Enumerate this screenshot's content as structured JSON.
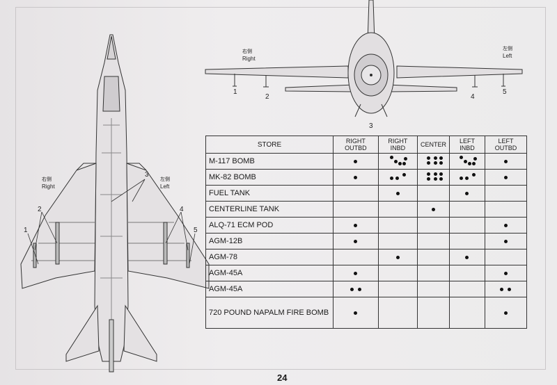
{
  "page": {
    "number": "24"
  },
  "front_view": {
    "right_label_cn": "右侧",
    "right_label": "Right",
    "left_label_cn": "左侧",
    "left_label": "Left",
    "stations": [
      "1",
      "2",
      "3",
      "4",
      "5"
    ]
  },
  "top_view": {
    "right_label_cn": "右侧",
    "right_label": "Right",
    "left_label_cn": "左侧",
    "left_label": "Left",
    "stations": [
      "1",
      "2",
      "3",
      "4",
      "5"
    ]
  },
  "table": {
    "headers": [
      "STORE",
      "RIGHT OUTBD",
      "RIGHT INBD",
      "CENTER",
      "LEFT INBD",
      "LEFT OUTBD"
    ],
    "rows": [
      {
        "store": "M-117 BOMB",
        "load": [
          1,
          5,
          6,
          5,
          1
        ]
      },
      {
        "store": "MK-82 BOMB",
        "load": [
          1,
          3,
          6,
          3,
          1
        ]
      },
      {
        "store": "FUEL TANK",
        "load": [
          0,
          1,
          0,
          1,
          0
        ]
      },
      {
        "store": "CENTERLINE TANK",
        "load": [
          0,
          0,
          1,
          0,
          0
        ]
      },
      {
        "store": "ALQ-71 ECM POD",
        "load": [
          1,
          0,
          0,
          0,
          1
        ]
      },
      {
        "store": "AGM-12B",
        "load": [
          1,
          0,
          0,
          0,
          1
        ]
      },
      {
        "store": "AGM-78",
        "load": [
          0,
          1,
          0,
          1,
          0
        ]
      },
      {
        "store": "AGM-45A",
        "load": [
          1,
          0,
          0,
          0,
          1
        ]
      },
      {
        "store": "AGM-45A",
        "load": [
          2,
          0,
          0,
          0,
          2
        ]
      },
      {
        "store": "720 POUND NAPALM FIRE BOMB",
        "load": [
          1,
          0,
          0,
          0,
          1
        ]
      }
    ]
  }
}
